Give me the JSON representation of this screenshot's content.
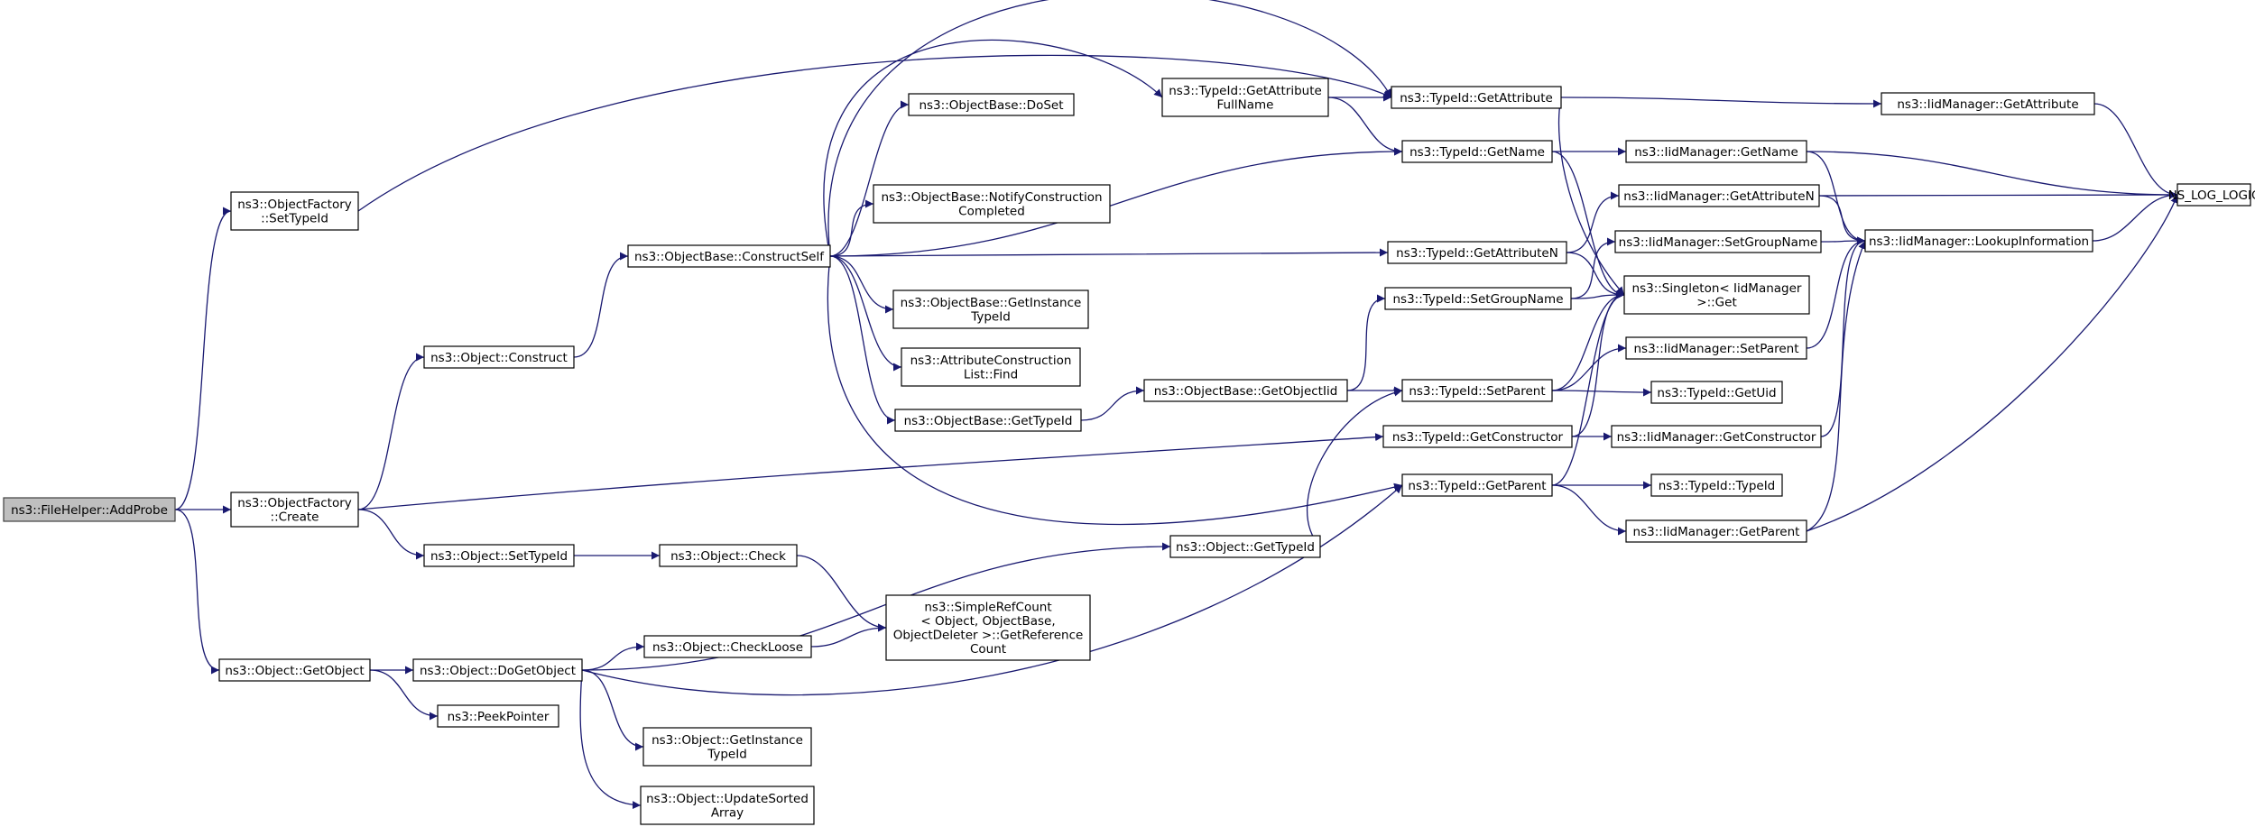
{
  "graph": {
    "nodes": [
      {
        "id": "n_addprobe",
        "lines": [
          "ns3::FileHelper::AddProbe"
        ],
        "root": true
      },
      {
        "id": "n_of_settypeid",
        "lines": [
          "ns3::ObjectFactory",
          "::SetTypeId"
        ]
      },
      {
        "id": "n_of_create",
        "lines": [
          "ns3::ObjectFactory",
          "::Create"
        ]
      },
      {
        "id": "n_obj_getobject",
        "lines": [
          "ns3::Object::GetObject"
        ]
      },
      {
        "id": "n_obj_construct",
        "lines": [
          "ns3::Object::Construct"
        ]
      },
      {
        "id": "n_obj_settypeid",
        "lines": [
          "ns3::Object::SetTypeId"
        ]
      },
      {
        "id": "n_obj_dogetobject",
        "lines": [
          "ns3::Object::DoGetObject"
        ]
      },
      {
        "id": "n_peekpointer",
        "lines": [
          "ns3::PeekPointer"
        ]
      },
      {
        "id": "n_ob_constructself",
        "lines": [
          "ns3::ObjectBase::ConstructSelf"
        ]
      },
      {
        "id": "n_obj_check",
        "lines": [
          "ns3::Object::Check"
        ]
      },
      {
        "id": "n_obj_checkloose",
        "lines": [
          "ns3::Object::CheckLoose"
        ]
      },
      {
        "id": "n_obj_getinstancetypeid",
        "lines": [
          "ns3::Object::GetInstance",
          "TypeId"
        ]
      },
      {
        "id": "n_obj_updatesortedarray",
        "lines": [
          "ns3::Object::UpdateSorted",
          "Array"
        ]
      },
      {
        "id": "n_ob_doset",
        "lines": [
          "ns3::ObjectBase::DoSet"
        ]
      },
      {
        "id": "n_ob_notifyconstruction",
        "lines": [
          "ns3::ObjectBase::NotifyConstruction",
          "Completed"
        ]
      },
      {
        "id": "n_ob_getinstancetypeid",
        "lines": [
          "ns3::ObjectBase::GetInstance",
          "TypeId"
        ]
      },
      {
        "id": "n_acl_find",
        "lines": [
          "ns3::AttributeConstruction",
          "List::Find"
        ]
      },
      {
        "id": "n_ob_gettypeid",
        "lines": [
          "ns3::ObjectBase::GetTypeId"
        ]
      },
      {
        "id": "n_simplerefcount",
        "lines": [
          "ns3::SimpleRefCount",
          "< Object, ObjectBase,",
          "ObjectDeleter >::GetReference",
          "Count"
        ]
      },
      {
        "id": "n_tid_getattributefullname",
        "lines": [
          "ns3::TypeId::GetAttribute",
          "FullName"
        ]
      },
      {
        "id": "n_obj_gettypeid",
        "lines": [
          "ns3::Object::GetTypeId"
        ]
      },
      {
        "id": "n_ob_getobjectiid",
        "lines": [
          "ns3::ObjectBase::GetObjectIid"
        ]
      },
      {
        "id": "n_tid_getattribute",
        "lines": [
          "ns3::TypeId::GetAttribute"
        ]
      },
      {
        "id": "n_tid_getname",
        "lines": [
          "ns3::TypeId::GetName"
        ]
      },
      {
        "id": "n_tid_getattributen",
        "lines": [
          "ns3::TypeId::GetAttributeN"
        ]
      },
      {
        "id": "n_tid_setgroupname",
        "lines": [
          "ns3::TypeId::SetGroupName"
        ]
      },
      {
        "id": "n_tid_setparent",
        "lines": [
          "ns3::TypeId::SetParent"
        ]
      },
      {
        "id": "n_tid_getconstructor",
        "lines": [
          "ns3::TypeId::GetConstructor"
        ]
      },
      {
        "id": "n_tid_getparent",
        "lines": [
          "ns3::TypeId::GetParent"
        ]
      },
      {
        "id": "n_iid_getattribute",
        "lines": [
          "ns3::IidManager::GetAttribute"
        ]
      },
      {
        "id": "n_iid_getname",
        "lines": [
          "ns3::IidManager::GetName"
        ]
      },
      {
        "id": "n_iid_getattributen",
        "lines": [
          "ns3::IidManager::GetAttributeN"
        ]
      },
      {
        "id": "n_iid_setgroupname",
        "lines": [
          "ns3::IidManager::SetGroupName"
        ]
      },
      {
        "id": "n_singleton_get",
        "lines": [
          "ns3::Singleton< IidManager",
          ">::Get"
        ]
      },
      {
        "id": "n_iid_setparent",
        "lines": [
          "ns3::IidManager::SetParent"
        ]
      },
      {
        "id": "n_tid_getuid",
        "lines": [
          "ns3::TypeId::GetUid"
        ]
      },
      {
        "id": "n_iid_getconstructor",
        "lines": [
          "ns3::IidManager::GetConstructor"
        ]
      },
      {
        "id": "n_tid_typeid",
        "lines": [
          "ns3::TypeId::TypeId"
        ]
      },
      {
        "id": "n_iid_getparent",
        "lines": [
          "ns3::IidManager::GetParent"
        ]
      },
      {
        "id": "n_iid_lookupinformation",
        "lines": [
          "ns3::IidManager::LookupInformation"
        ]
      },
      {
        "id": "n_ns_log_logic",
        "lines": [
          "NS_LOG_LOGIC"
        ]
      }
    ],
    "edges": [
      {
        "from": "n_addprobe",
        "to": "n_of_settypeid"
      },
      {
        "from": "n_addprobe",
        "to": "n_of_create"
      },
      {
        "from": "n_addprobe",
        "to": "n_obj_getobject"
      },
      {
        "from": "n_of_settypeid",
        "to": "n_tid_getattribute"
      },
      {
        "from": "n_of_create",
        "to": "n_obj_construct"
      },
      {
        "from": "n_of_create",
        "to": "n_tid_getconstructor"
      },
      {
        "from": "n_of_create",
        "to": "n_obj_settypeid"
      },
      {
        "from": "n_obj_getobject",
        "to": "n_obj_dogetobject"
      },
      {
        "from": "n_obj_getobject",
        "to": "n_peekpointer"
      },
      {
        "from": "n_obj_construct",
        "to": "n_ob_constructself"
      },
      {
        "from": "n_obj_settypeid",
        "to": "n_obj_check"
      },
      {
        "from": "n_obj_dogetobject",
        "to": "n_obj_gettypeid"
      },
      {
        "from": "n_obj_dogetobject",
        "to": "n_obj_checkloose"
      },
      {
        "from": "n_obj_dogetobject",
        "to": "n_tid_getparent"
      },
      {
        "from": "n_obj_dogetobject",
        "to": "n_obj_getinstancetypeid"
      },
      {
        "from": "n_obj_dogetobject",
        "to": "n_obj_updatesortedarray"
      },
      {
        "from": "n_obj_check",
        "to": "n_simplerefcount"
      },
      {
        "from": "n_obj_checkloose",
        "to": "n_simplerefcount"
      },
      {
        "from": "n_ob_constructself",
        "to": "n_tid_getattribute"
      },
      {
        "from": "n_ob_constructself",
        "to": "n_tid_getattributefullname"
      },
      {
        "from": "n_ob_constructself",
        "to": "n_ob_doset"
      },
      {
        "from": "n_ob_constructself",
        "to": "n_tid_getname"
      },
      {
        "from": "n_ob_constructself",
        "to": "n_ob_notifyconstruction"
      },
      {
        "from": "n_ob_constructself",
        "to": "n_tid_getattributen"
      },
      {
        "from": "n_ob_constructself",
        "to": "n_ob_getinstancetypeid"
      },
      {
        "from": "n_ob_constructself",
        "to": "n_acl_find"
      },
      {
        "from": "n_ob_constructself",
        "to": "n_ob_gettypeid"
      },
      {
        "from": "n_ob_constructself",
        "to": "n_tid_getparent"
      },
      {
        "from": "n_ob_gettypeid",
        "to": "n_ob_getobjectiid"
      },
      {
        "from": "n_ob_getobjectiid",
        "to": "n_tid_setgroupname"
      },
      {
        "from": "n_ob_getobjectiid",
        "to": "n_tid_setparent"
      },
      {
        "from": "n_obj_gettypeid",
        "to": "n_tid_setparent"
      },
      {
        "from": "n_tid_getattributefullname",
        "to": "n_tid_getattribute"
      },
      {
        "from": "n_tid_getattributefullname",
        "to": "n_tid_getname"
      },
      {
        "from": "n_tid_getattribute",
        "to": "n_iid_getattribute"
      },
      {
        "from": "n_tid_getattribute",
        "to": "n_singleton_get"
      },
      {
        "from": "n_tid_getname",
        "to": "n_iid_getname"
      },
      {
        "from": "n_tid_getname",
        "to": "n_singleton_get"
      },
      {
        "from": "n_tid_getattributen",
        "to": "n_iid_getattributen"
      },
      {
        "from": "n_tid_getattributen",
        "to": "n_singleton_get"
      },
      {
        "from": "n_tid_setgroupname",
        "to": "n_iid_setgroupname"
      },
      {
        "from": "n_tid_setgroupname",
        "to": "n_singleton_get"
      },
      {
        "from": "n_tid_setparent",
        "to": "n_iid_setparent"
      },
      {
        "from": "n_tid_setparent",
        "to": "n_singleton_get"
      },
      {
        "from": "n_tid_setparent",
        "to": "n_tid_getuid"
      },
      {
        "from": "n_tid_getconstructor",
        "to": "n_iid_getconstructor"
      },
      {
        "from": "n_tid_getconstructor",
        "to": "n_singleton_get"
      },
      {
        "from": "n_tid_getparent",
        "to": "n_singleton_get"
      },
      {
        "from": "n_tid_getparent",
        "to": "n_tid_typeid"
      },
      {
        "from": "n_tid_getparent",
        "to": "n_iid_getparent"
      },
      {
        "from": "n_iid_getattribute",
        "to": "n_ns_log_logic"
      },
      {
        "from": "n_iid_getname",
        "to": "n_ns_log_logic"
      },
      {
        "from": "n_iid_getname",
        "to": "n_iid_lookupinformation"
      },
      {
        "from": "n_iid_getattributen",
        "to": "n_ns_log_logic"
      },
      {
        "from": "n_iid_getattributen",
        "to": "n_iid_lookupinformation"
      },
      {
        "from": "n_iid_setgroupname",
        "to": "n_iid_lookupinformation"
      },
      {
        "from": "n_iid_setparent",
        "to": "n_iid_lookupinformation"
      },
      {
        "from": "n_iid_getconstructor",
        "to": "n_iid_lookupinformation"
      },
      {
        "from": "n_iid_getparent",
        "to": "n_iid_lookupinformation"
      },
      {
        "from": "n_iid_getparent",
        "to": "n_ns_log_logic"
      },
      {
        "from": "n_iid_lookupinformation",
        "to": "n_ns_log_logic"
      }
    ]
  }
}
